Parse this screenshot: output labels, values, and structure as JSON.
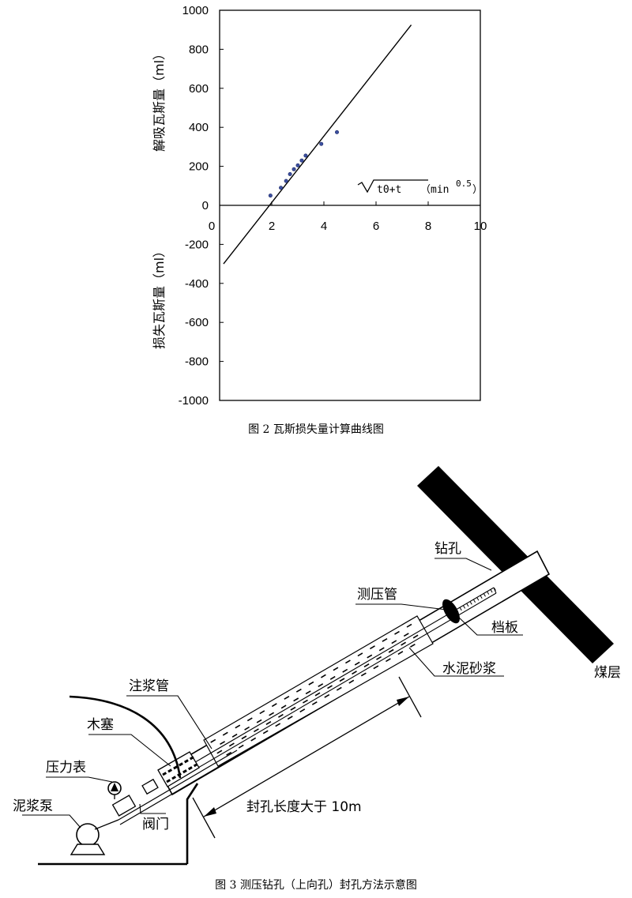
{
  "figure2": {
    "caption": "图 2  瓦斯损失量计算曲线图",
    "chart_data": {
      "type": "scatter",
      "title": "",
      "y_upper_label": "解吸瓦斯量（ml）",
      "y_lower_label": "损失瓦斯量（ml）",
      "x_label_radicand": "t0+t",
      "x_label_unit": "（min",
      "x_label_exponent": "0.5",
      "x_label_close": "）",
      "xlim": [
        0,
        10
      ],
      "ylim": [
        -1000,
        1000
      ],
      "x_ticks": [
        "0",
        "2",
        "4",
        "6",
        "8",
        "10"
      ],
      "y_ticks": [
        "1000",
        "800",
        "600",
        "400",
        "200",
        "0",
        "-200",
        "-400",
        "-600",
        "-800",
        "-1000"
      ],
      "points": [
        {
          "x": 1.95,
          "y": 50
        },
        {
          "x": 2.35,
          "y": 90
        },
        {
          "x": 2.55,
          "y": 125
        },
        {
          "x": 2.7,
          "y": 160
        },
        {
          "x": 2.85,
          "y": 185
        },
        {
          "x": 3.0,
          "y": 205
        },
        {
          "x": 3.15,
          "y": 230
        },
        {
          "x": 3.3,
          "y": 255
        },
        {
          "x": 3.9,
          "y": 315
        },
        {
          "x": 4.5,
          "y": 375
        }
      ],
      "fit_line": {
        "x_start": 0.15,
        "y_start": -300,
        "x_end": 7.35,
        "y_end": 925
      }
    }
  },
  "figure3": {
    "caption": "图 3  测压钻孔（上向孔）封孔方法示意图",
    "labels": {
      "drill_hole": "钻孔",
      "pressure_tube": "测压管",
      "baffle": "档板",
      "coal_seam": "煤层",
      "cement_mortar": "水泥砂浆",
      "grout_pipe": "注浆管",
      "wood_plug": "木塞",
      "pressure_gauge": "压力表",
      "mud_pump": "泥浆泵",
      "valve": "阀门",
      "seal_length": "封孔长度大于 10m"
    }
  }
}
